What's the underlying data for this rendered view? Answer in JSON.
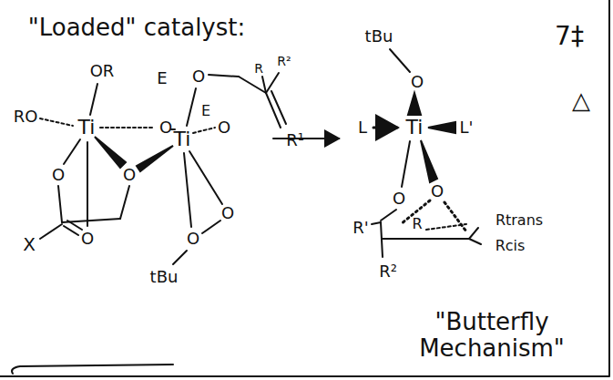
{
  "diagram": {
    "labels": [
      "\"Loaded\" catalyst:",
      "7‡",
      "OR",
      "E",
      "O",
      "R",
      "R²",
      "R¹",
      "RO",
      "Ti",
      "O",
      "Ti",
      "E",
      "O",
      "O",
      "O",
      "O",
      "O",
      "X",
      "O",
      "tBu",
      "tBu",
      "O",
      "L",
      "Ti",
      "L'",
      "O",
      "O",
      "△",
      "R'",
      "R",
      "Rtrans",
      "R²",
      "Rcis",
      "\"Butterfly Mechanism\""
    ]
  }
}
